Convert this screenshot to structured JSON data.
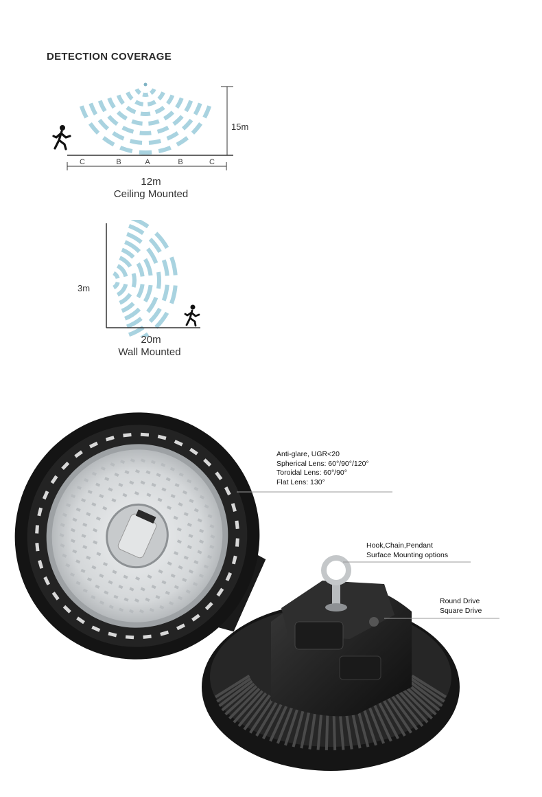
{
  "heading": "DETECTION COVERAGE",
  "ceiling": {
    "height_label": "15m",
    "zones": [
      "C",
      "B",
      "A",
      "B",
      "C"
    ],
    "width_label": "12m",
    "caption": "Ceiling Mounted"
  },
  "wall": {
    "height_label": "3m",
    "width_label": "20m",
    "caption": "Wall Mounted"
  },
  "annotations": {
    "lens": [
      "Anti-glare, UGR<20",
      "Spherical Lens: 60°/90°/120°",
      "Toroidal Lens: 60°/90°",
      "Flat Lens: 130°"
    ],
    "mounting": [
      "Hook,Chain,Pendant",
      "Surface Mounting options"
    ],
    "drive": [
      "Round Drive",
      "Square Drive"
    ]
  },
  "colors": {
    "wave": "#a9d3e0",
    "lamp_body": "#1c1c1c",
    "lens_face": "#d9dbdc"
  }
}
